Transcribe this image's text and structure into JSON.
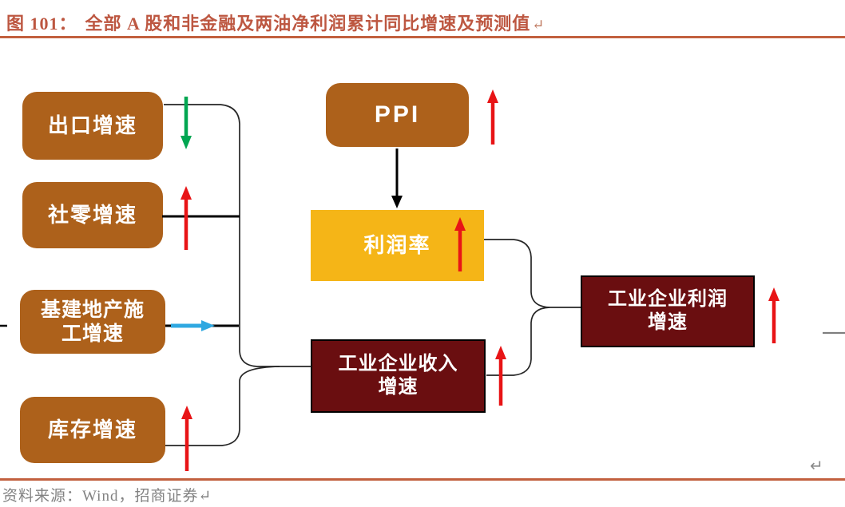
{
  "figure": {
    "label": "图 101：",
    "title": "全部 A 股和非金融及两油净利润累计同比增速及预测值",
    "return_mark": "↵"
  },
  "nodes": {
    "export": {
      "label": "出口增速",
      "trend": "down"
    },
    "retail": {
      "label": "社零增速",
      "trend": "up"
    },
    "construction": {
      "line1": "基建地产施",
      "line2": "工增速",
      "trend": "flat"
    },
    "inventory": {
      "label": "库存增速",
      "trend": "up"
    },
    "ppi": {
      "label": "PPI",
      "trend": "up"
    },
    "profit_margin": {
      "label": "利润率",
      "trend": "up"
    },
    "industrial_revenue": {
      "line1": "工业企业收入",
      "line2": "增速",
      "trend": "up"
    },
    "industrial_profit": {
      "line1": "工业企业利润",
      "line2": "增速",
      "trend": "up"
    }
  },
  "source": {
    "label": "资料来源：Wind，招商证券",
    "return_mark": "↵"
  },
  "colors": {
    "title_text": "#bd5741",
    "rule": "#c2603e",
    "box_brown": "#ad611b",
    "box_yellow": "#f5b517",
    "box_maroon": "#6a0e10",
    "arrow_red": "#e81416",
    "arrow_green": "#00a651",
    "arrow_blue": "#2fa8e1",
    "arrow_black": "#000000",
    "connector": "#262626",
    "source_text": "#828282"
  }
}
